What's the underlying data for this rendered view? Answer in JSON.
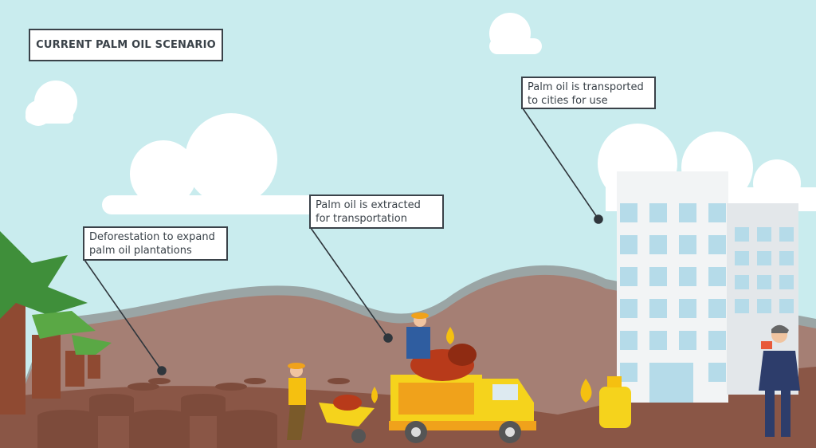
{
  "title": "CURRENT PALM OIL SCENARIO",
  "callouts": [
    {
      "line1": "Deforestation to expand",
      "line2": "palm oil plantations"
    },
    {
      "line1": "Palm oil is extracted",
      "line2": "for transportation"
    },
    {
      "line1": "Palm oil is transported",
      "line2": "to cities for use"
    }
  ],
  "colors": {
    "sky": "#c9ecee",
    "hill": "#a57f74",
    "ridge": "#9aa5a5",
    "ground": "#7d4b3b",
    "truck": "#f5d31c",
    "outline": "#3a4249"
  }
}
